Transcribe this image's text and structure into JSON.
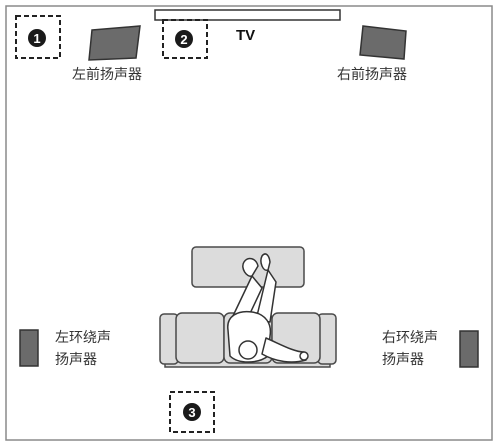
{
  "tv": {
    "label": "TV"
  },
  "speakers": {
    "front_left": "左前扬声器",
    "front_right": "右前扬声器",
    "surround_left_line1": "左环绕声",
    "surround_left_line2": "扬声器",
    "surround_right_line1": "右环绕声",
    "surround_right_line2": "扬声器"
  },
  "positions": {
    "pos1": "1",
    "pos2": "2",
    "pos3": "3"
  },
  "colors": {
    "speaker_fill": "#6b6b6b",
    "furniture_fill": "#dcdcdc",
    "outline": "#4a4a4a",
    "marker_fill": "#1a1a1a"
  }
}
